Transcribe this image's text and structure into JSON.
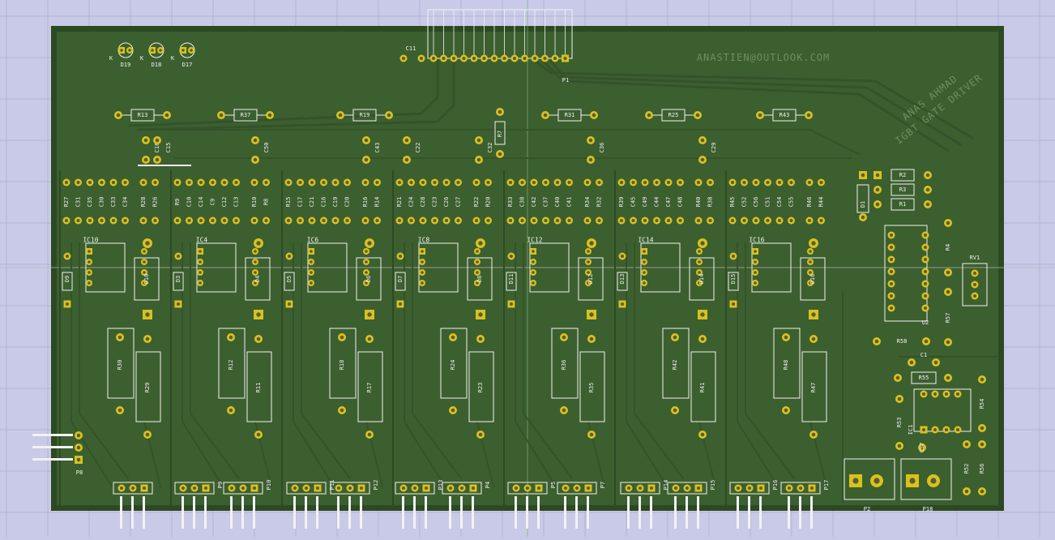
{
  "colors": {
    "background": "#c9c9e8",
    "grid": "#b4b4d6",
    "board": "#3c5f2f",
    "board_edge": "#2b4a22",
    "trace": "#34532a",
    "pad": "#d9c21a",
    "pad_hole": "#5a5a3a",
    "silkscreen": "#f2f2f2"
  },
  "board": {
    "email_text": "ANASTIEN@OUTLOOK.COM",
    "title_line1": "ANAS AHMAD",
    "title_line2": "IGBT GATE DRIVER"
  },
  "top_parts": {
    "leds": [
      "D19",
      "D18",
      "D17"
    ],
    "led_pin_label": "K",
    "header_cap": "C11",
    "header": "P1"
  },
  "resistor_row": [
    "R13",
    "R37",
    "R19",
    "R31",
    "R25",
    "R43"
  ],
  "vertical_resistor": "R7",
  "cap_row": [
    "C18",
    "C15",
    "C50",
    "C43",
    "C22",
    "C32",
    "C36",
    "C29"
  ],
  "channels": [
    {
      "ic": "IC10",
      "top": [
        "R27",
        "C31",
        "C35",
        "C30",
        "C33",
        "C34",
        "R28",
        "R26"
      ],
      "side_diode": "D9",
      "diode": "D10",
      "r_left": "R30",
      "r_right": "R29"
    },
    {
      "ic": "IC4",
      "top": [
        "R9",
        "C10",
        "C14",
        "C9",
        "C12",
        "C13",
        "R10",
        "R8"
      ],
      "side_diode": "D3",
      "diode": "D4",
      "r_left": "R12",
      "r_right": "R11"
    },
    {
      "ic": "IC6",
      "top": [
        "R15",
        "C17",
        "C21",
        "C16",
        "C19",
        "C20",
        "R16",
        "R14"
      ],
      "side_diode": "D5",
      "diode": "D6",
      "r_left": "R18",
      "r_right": "R17"
    },
    {
      "ic": "IC8",
      "top": [
        "R21",
        "C24",
        "C28",
        "C23",
        "C26",
        "C27",
        "R22",
        "R20"
      ],
      "side_diode": "D7",
      "diode": "D8",
      "r_left": "R24",
      "r_right": "R23"
    },
    {
      "ic": "IC12",
      "top": [
        "R33",
        "C38",
        "C42",
        "C37",
        "C40",
        "C41",
        "R34",
        "R32"
      ],
      "side_diode": "D11",
      "diode": "D12",
      "r_left": "R36",
      "r_right": "R35"
    },
    {
      "ic": "IC14",
      "top": [
        "R39",
        "C45",
        "C49",
        "C44",
        "C47",
        "C48",
        "R40",
        "R38"
      ],
      "side_diode": "D13",
      "diode": "D14",
      "r_left": "R42",
      "r_right": "R41"
    },
    {
      "ic": "IC16",
      "top": [
        "R45",
        "C52",
        "C56",
        "C51",
        "C54",
        "C55",
        "R46",
        "R44"
      ],
      "side_diode": "D15",
      "diode": "D16",
      "r_left": "R48",
      "r_right": "R47"
    }
  ],
  "bottom_connectors": [
    "P9",
    "P10",
    "P11",
    "P12",
    "P13",
    "P4",
    "P5",
    "P7",
    "P14",
    "P15",
    "P16",
    "P17"
  ],
  "right_section": {
    "resistors": [
      "R2",
      "R3",
      "R1"
    ],
    "diode": "D1",
    "ic": "U2",
    "r4": "R4",
    "r57": "R57",
    "r58": "R58",
    "rv": "RV1",
    "c1": "C1",
    "r55": "R55",
    "r54": "R54",
    "r53": "R53",
    "ic1": "IC1",
    "c57": "C57",
    "r52": "R52",
    "r56": "R56",
    "p2": "P2",
    "p18": "P18"
  },
  "left_header": "P8"
}
